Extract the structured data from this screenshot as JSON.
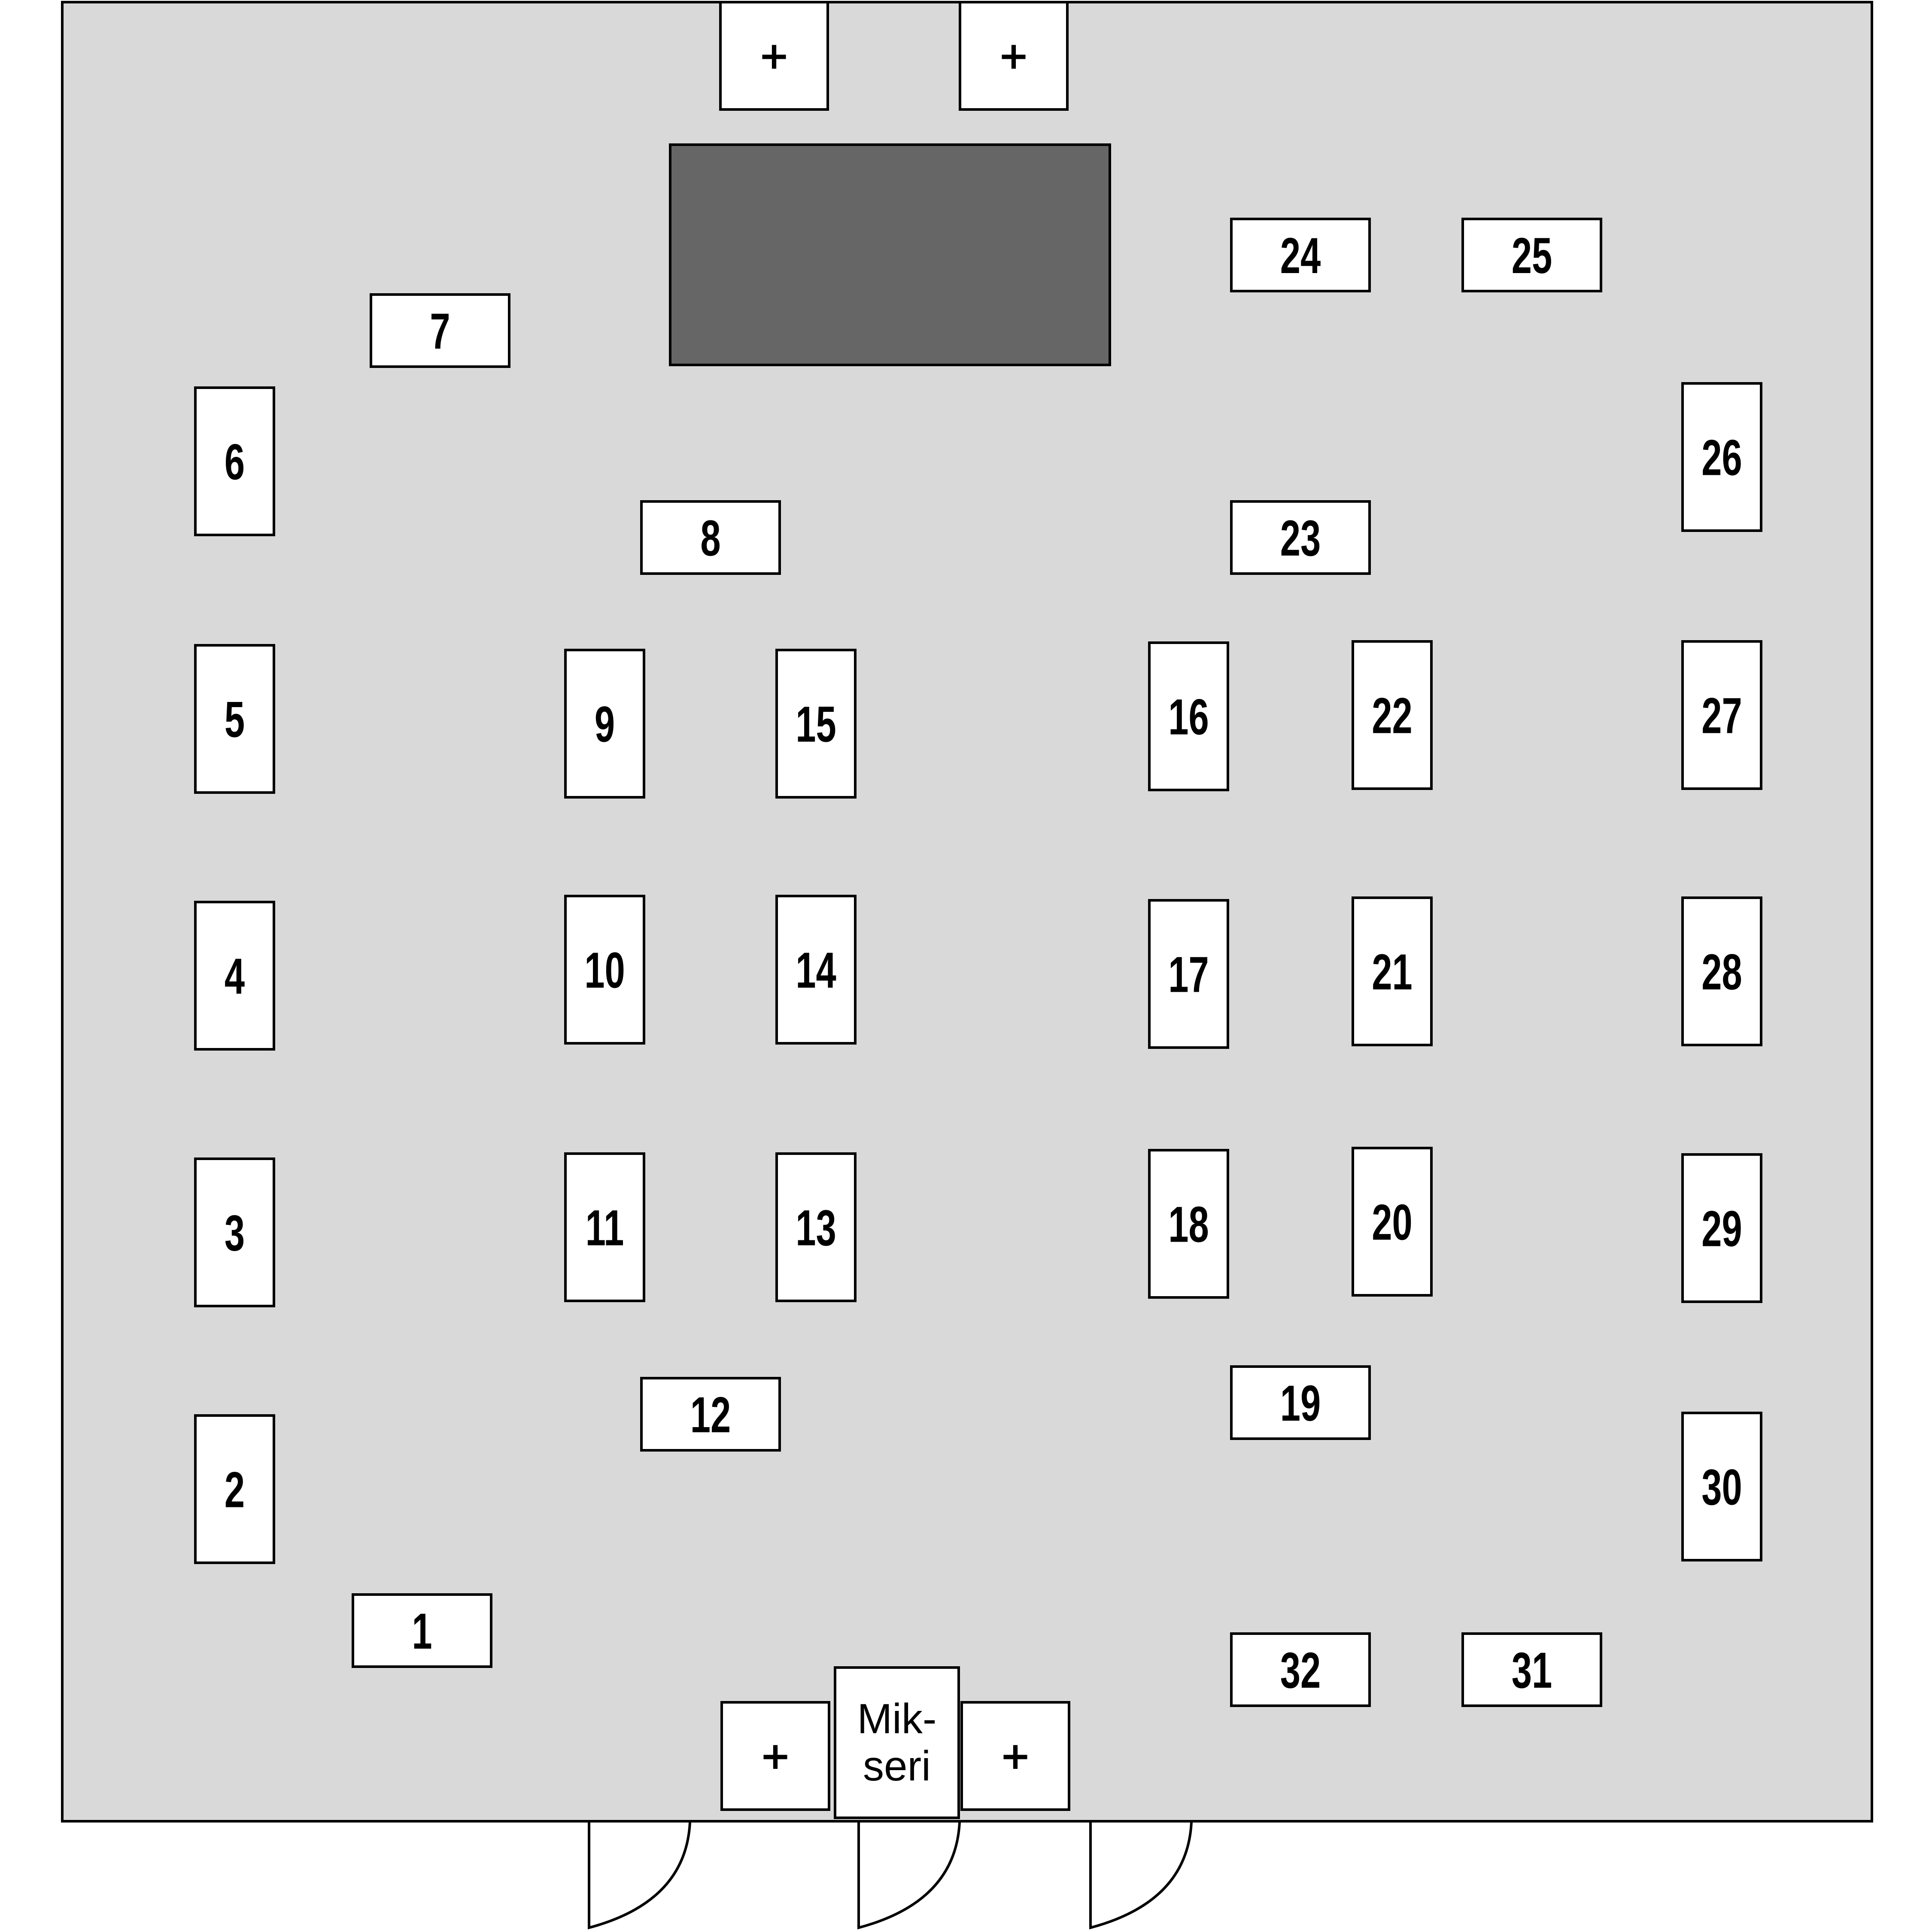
{
  "colors": {
    "floor": "#d9d9d9",
    "stage": "#666666",
    "table_fill": "#ffffff",
    "outline": "#000000"
  },
  "tables": [
    {
      "number": "1",
      "orientation": "horizontal"
    },
    {
      "number": "2",
      "orientation": "vertical"
    },
    {
      "number": "3",
      "orientation": "vertical"
    },
    {
      "number": "4",
      "orientation": "vertical"
    },
    {
      "number": "5",
      "orientation": "vertical"
    },
    {
      "number": "6",
      "orientation": "vertical"
    },
    {
      "number": "7",
      "orientation": "horizontal"
    },
    {
      "number": "8",
      "orientation": "horizontal"
    },
    {
      "number": "9",
      "orientation": "vertical"
    },
    {
      "number": "10",
      "orientation": "vertical"
    },
    {
      "number": "11",
      "orientation": "vertical"
    },
    {
      "number": "12",
      "orientation": "horizontal"
    },
    {
      "number": "13",
      "orientation": "vertical"
    },
    {
      "number": "14",
      "orientation": "vertical"
    },
    {
      "number": "15",
      "orientation": "vertical"
    },
    {
      "number": "16",
      "orientation": "vertical"
    },
    {
      "number": "17",
      "orientation": "vertical"
    },
    {
      "number": "18",
      "orientation": "vertical"
    },
    {
      "number": "19",
      "orientation": "horizontal"
    },
    {
      "number": "20",
      "orientation": "vertical"
    },
    {
      "number": "21",
      "orientation": "vertical"
    },
    {
      "number": "22",
      "orientation": "vertical"
    },
    {
      "number": "23",
      "orientation": "horizontal"
    },
    {
      "number": "24",
      "orientation": "horizontal"
    },
    {
      "number": "25",
      "orientation": "horizontal"
    },
    {
      "number": "26",
      "orientation": "vertical"
    },
    {
      "number": "27",
      "orientation": "vertical"
    },
    {
      "number": "28",
      "orientation": "vertical"
    },
    {
      "number": "29",
      "orientation": "vertical"
    },
    {
      "number": "30",
      "orientation": "vertical"
    },
    {
      "number": "31",
      "orientation": "horizontal"
    },
    {
      "number": "32",
      "orientation": "horizontal"
    }
  ],
  "speakers": [
    {
      "label": "+",
      "side": "top"
    },
    {
      "label": "+",
      "side": "top"
    },
    {
      "label": "+",
      "side": "bottom"
    },
    {
      "label": "+",
      "side": "bottom"
    }
  ],
  "mixer": {
    "line1": "Mik-",
    "line2": "seri"
  },
  "doors": [
    {
      "icon": "door-swing-icon"
    },
    {
      "icon": "door-swing-icon"
    },
    {
      "icon": "door-swing-icon"
    }
  ]
}
